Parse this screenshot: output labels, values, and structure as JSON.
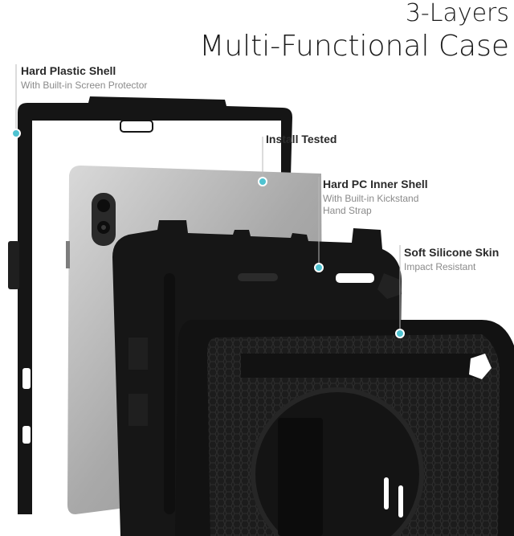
{
  "title": {
    "line1": "3-Layers",
    "line2": "Multi-Functional Case"
  },
  "callouts": [
    {
      "heading": "Hard Plastic Shell",
      "sub": [
        "With Built-in Screen Protector"
      ]
    },
    {
      "heading": "Install Tested",
      "sub": []
    },
    {
      "heading": "Hard PC Inner Shell",
      "sub": [
        "With Built-in Kickstand",
        "Hand Strap"
      ]
    },
    {
      "heading": "Soft Silicone Skin",
      "sub": [
        "Impact Resistant"
      ]
    }
  ],
  "colors": {
    "marker": "#4fc3d1",
    "leader_line": "#b8b8b8",
    "case_black": "#141414",
    "tablet_gray": "#b9b9b9"
  }
}
